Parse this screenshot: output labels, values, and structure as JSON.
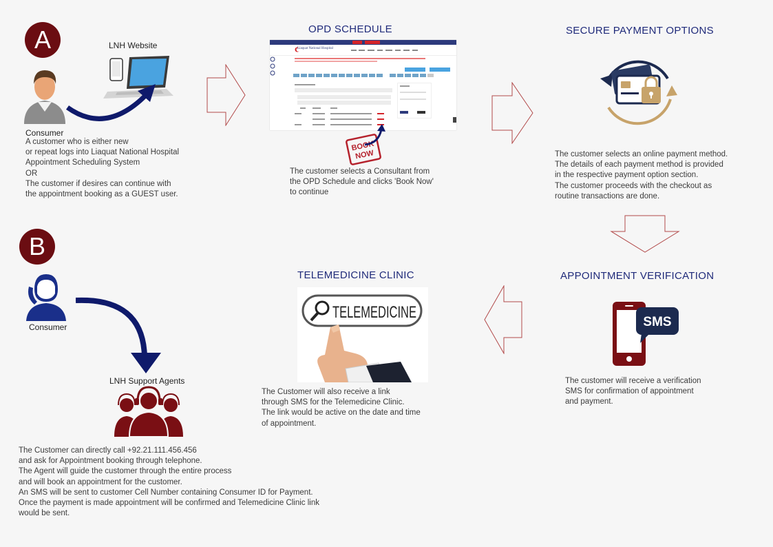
{
  "section_a": {
    "badge": "A",
    "website_label": "LNH Website",
    "consumer_label": "Consumer",
    "description": "A customer who is either new\nor repeat logs into Liaquat National Hospital\nAppointment Scheduling System\nOR\nThe customer if desires can continue with\nthe appointment booking as a GUEST user."
  },
  "opd_schedule": {
    "heading": "OPD SCHEDULE",
    "brand": "Liaquat National Hospital",
    "stamp_line1": "BOOK",
    "stamp_line2": "NOW",
    "description": "The customer selects a Consultant from\nthe OPD Schedule and clicks 'Book Now'\nto continue"
  },
  "secure_payment": {
    "heading": "SECURE  PAYMENT OPTIONS",
    "description": "The customer selects an online payment method.\nThe details of each payment method is provided\nin the respective payment option section.\nThe customer proceeds with the checkout as\nroutine transactions are done."
  },
  "appointment_verification": {
    "heading": "APPOINTMENT VERIFICATION",
    "sms_label": "SMS",
    "description": "The customer will receive a verification\nSMS for confirmation of appointment\nand payment."
  },
  "telemedicine": {
    "heading": "TELEMEDICINE CLINIC",
    "search_text": "TELEMEDICINE",
    "description": "The Customer will also receive a link\nthrough SMS for the Telemedicine Clinic.\nThe link would be active on the date and time\nof appointment."
  },
  "section_b": {
    "badge": "B",
    "consumer_label": "Consumer",
    "agents_label": "LNH Support Agents",
    "description": "The Customer can directly call +92.21.111.456.456\nand ask for Appointment booking through telephone.\nThe Agent will guide the customer through the entire process\nand will book an appointment for the customer.\nAn SMS will be sent to customer Cell Number containing Consumer ID for Payment.\nOnce the payment is made appointment will be confirmed and Telemedicine Clinic link\nwould be sent."
  },
  "colors": {
    "badge": "#6b0d12",
    "heading": "#1f2a7a",
    "arrow_stroke": "#b24a4a",
    "navy": "#0f1a6b",
    "maroon": "#7a0f14"
  }
}
